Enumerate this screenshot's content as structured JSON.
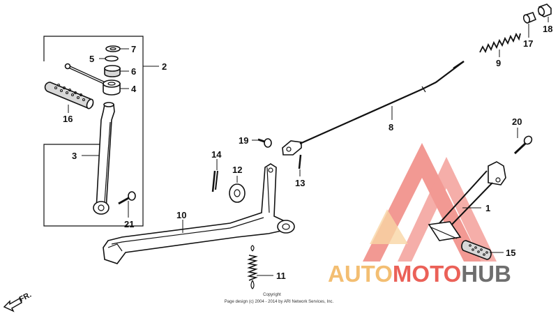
{
  "callouts": {
    "c1": "1",
    "c2": "2",
    "c3": "3",
    "c4": "4",
    "c5": "5",
    "c6": "6",
    "c7": "7",
    "c8": "8",
    "c9": "9",
    "c10": "10",
    "c11": "11",
    "c12": "12",
    "c13": "13",
    "c14": "14",
    "c15": "15",
    "c16": "16",
    "c17": "17",
    "c18": "18",
    "c19": "19",
    "c20": "20",
    "c21": "21"
  },
  "direction_label": "FR.",
  "copyright": {
    "line1": "Copyright",
    "line2": "Page design (c) 2004 - 2014 by ARI Network Services, Inc."
  },
  "watermark": {
    "part1": "AUTO",
    "part2": "MOTO",
    "part3": "HUB",
    "color_orange": "#f2b35a",
    "color_red": "#e8463c",
    "color_gray": "#555555"
  }
}
